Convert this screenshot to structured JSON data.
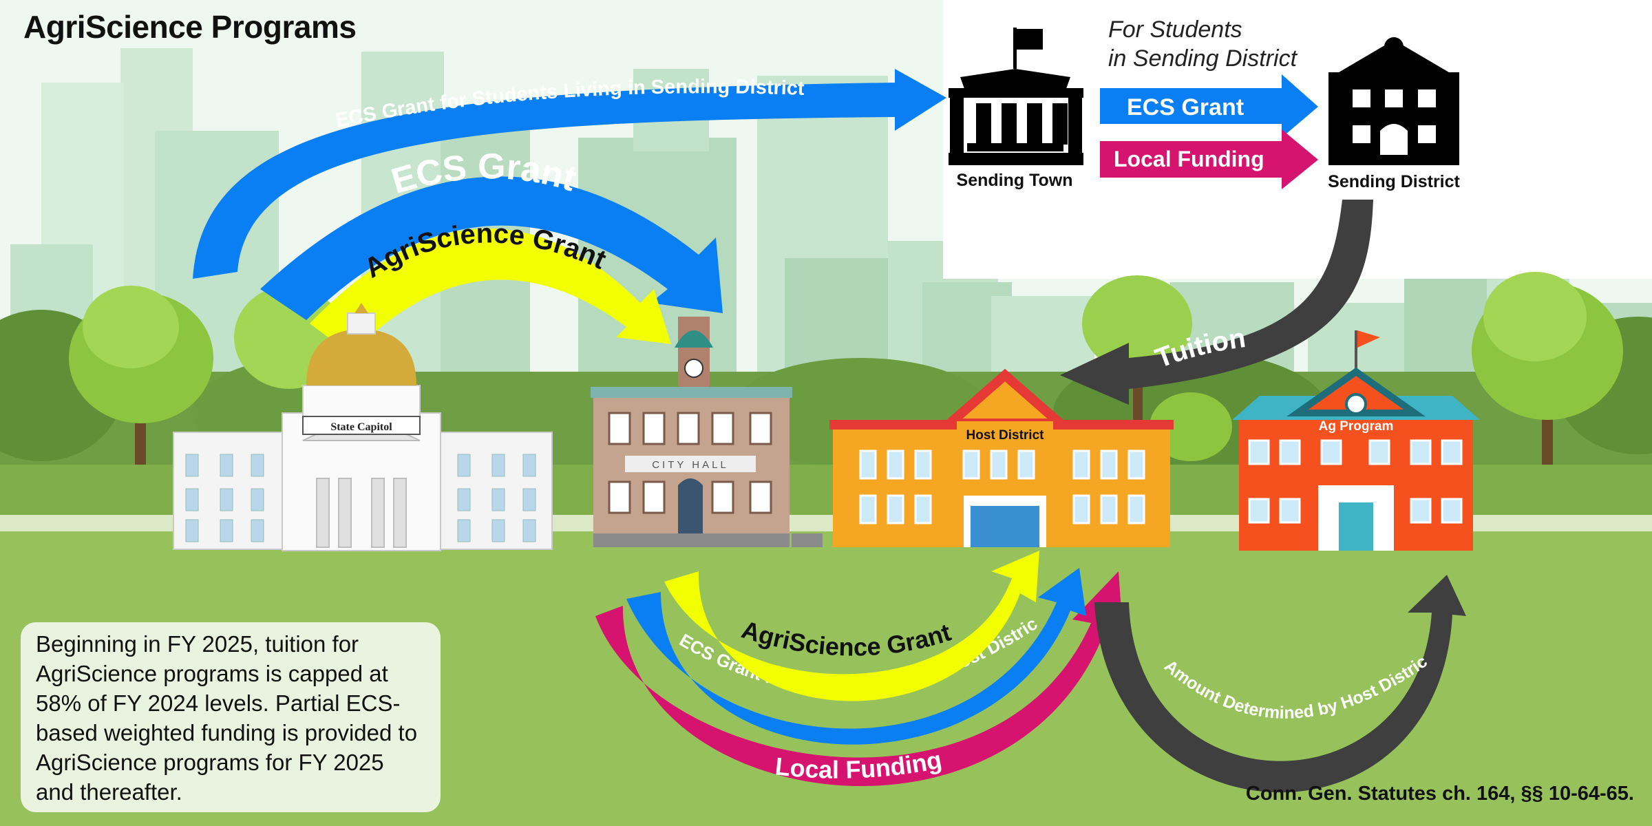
{
  "title": "AgriScience Programs",
  "for_students": [
    "For Students",
    "in Sending District"
  ],
  "buildings": {
    "sending_town": "Sending Town",
    "sending_district": "Sending District",
    "state_capitol": "State Capitol",
    "city_hall": "CITY HALL",
    "host_district": "Host District",
    "ag_program": "Ag Program"
  },
  "flows": {
    "ecs_sending_district": "ECS Grant for Students Living in Sending District",
    "ecs_grant_upper": "ECS Grant",
    "agriscience_grant_upper": "AgriScience Grant",
    "ecs_grant_pill": "ECS Grant",
    "local_funding_pill": "Local Funding",
    "tuition": "Tuition",
    "agriscience_grant_lower": "AgriScience Grant",
    "ecs_host_district": "ECS Grant for Students Living in Host District",
    "local_funding_lower": "Local Funding",
    "amount_determined": "Amount Determined by Host District"
  },
  "note": "Beginning in FY 2025, tuition for AgriScience programs is capped at 58% of FY 2024 levels. Partial ECS-based weighted funding is provided to AgriScience programs for FY 2025 and thereafter.",
  "citation": "Conn. Gen. Statutes ch. 164, §§ 10-64-65.",
  "colors": {
    "blue": "#0a7ff4",
    "yellow": "#f2ff00",
    "magenta": "#d6136e",
    "dark_gray": "#3f3f3f",
    "grass": "#97c25b"
  }
}
